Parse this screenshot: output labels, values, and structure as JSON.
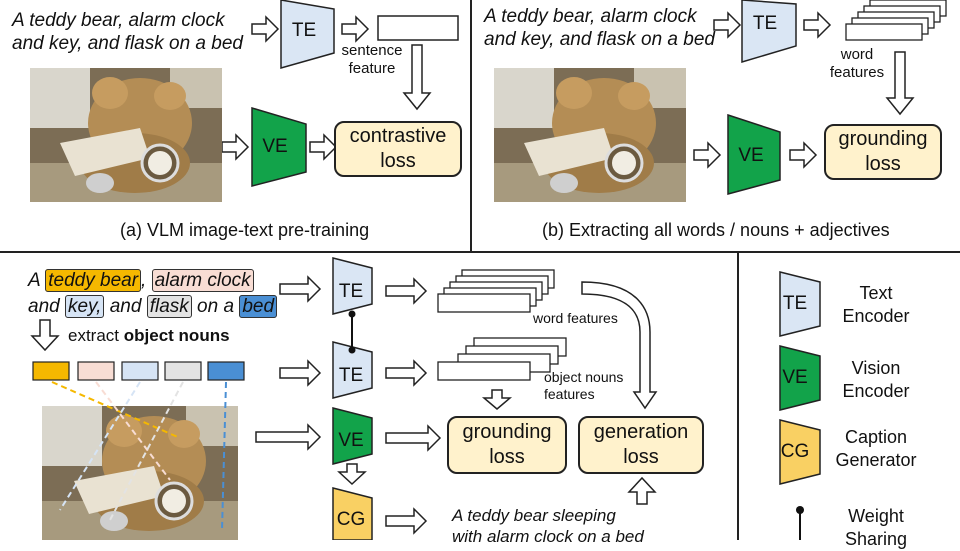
{
  "panel_a": {
    "caption_line1": "A teddy bear, alarm clock",
    "caption_line2": "and key, and flask on a bed",
    "te": "TE",
    "ve": "VE",
    "feature_label_1": "sentence",
    "feature_label_2": "feature",
    "loss_line1": "contrastive",
    "loss_line2": "loss",
    "title": "(a) VLM image-text pre-training"
  },
  "panel_b": {
    "caption_line1": "A teddy bear, alarm clock",
    "caption_line2": "and key, and flask on a bed",
    "te": "TE",
    "ve": "VE",
    "feature_label_1": "word",
    "feature_label_2": "features",
    "loss_line1": "grounding",
    "loss_line2": "loss",
    "title": "(b) Extracting all words / nouns + adjectives"
  },
  "panel_c": {
    "cap_a": "A",
    "noun1": "teddy bear",
    "cap_comma1": ",",
    "noun2": "alarm clock",
    "cap_and": "and",
    "noun3": "key,",
    "cap_and2": "and",
    "noun4": "flask",
    "cap_on": "on a",
    "noun5": "bed",
    "extract_prefix": "extract",
    "extract_bold": "object nouns",
    "te1": "TE",
    "te2": "TE",
    "ve": "VE",
    "cg": "CG",
    "word_features": "word features",
    "object_features_1": "object nouns",
    "object_features_2": "features",
    "grounding_line1": "grounding",
    "grounding_line2": "loss",
    "generation_line1": "generation",
    "generation_line2": "loss",
    "generated_line1": "A teddy bear sleeping",
    "generated_line2": "with alarm clock on a bed",
    "noun_colors": [
      "#f5b800",
      "#f8ddd4",
      "#d6e4f5",
      "#e3e3e3",
      "#4a8fd4"
    ]
  },
  "legend": {
    "te": "TE",
    "te_line1": "Text",
    "te_line2": "Encoder",
    "ve": "VE",
    "ve_line1": "Vision",
    "ve_line2": "Encoder",
    "cg": "CG",
    "cg_line1": "Caption",
    "cg_line2": "Generator",
    "ws_line1": "Weight",
    "ws_line2": "Sharing"
  },
  "colors": {
    "text_encoder": "#dae6f4",
    "vision_encoder": "#12a34a",
    "caption_generator": "#f9d063",
    "loss_box": "#fff2cc"
  }
}
